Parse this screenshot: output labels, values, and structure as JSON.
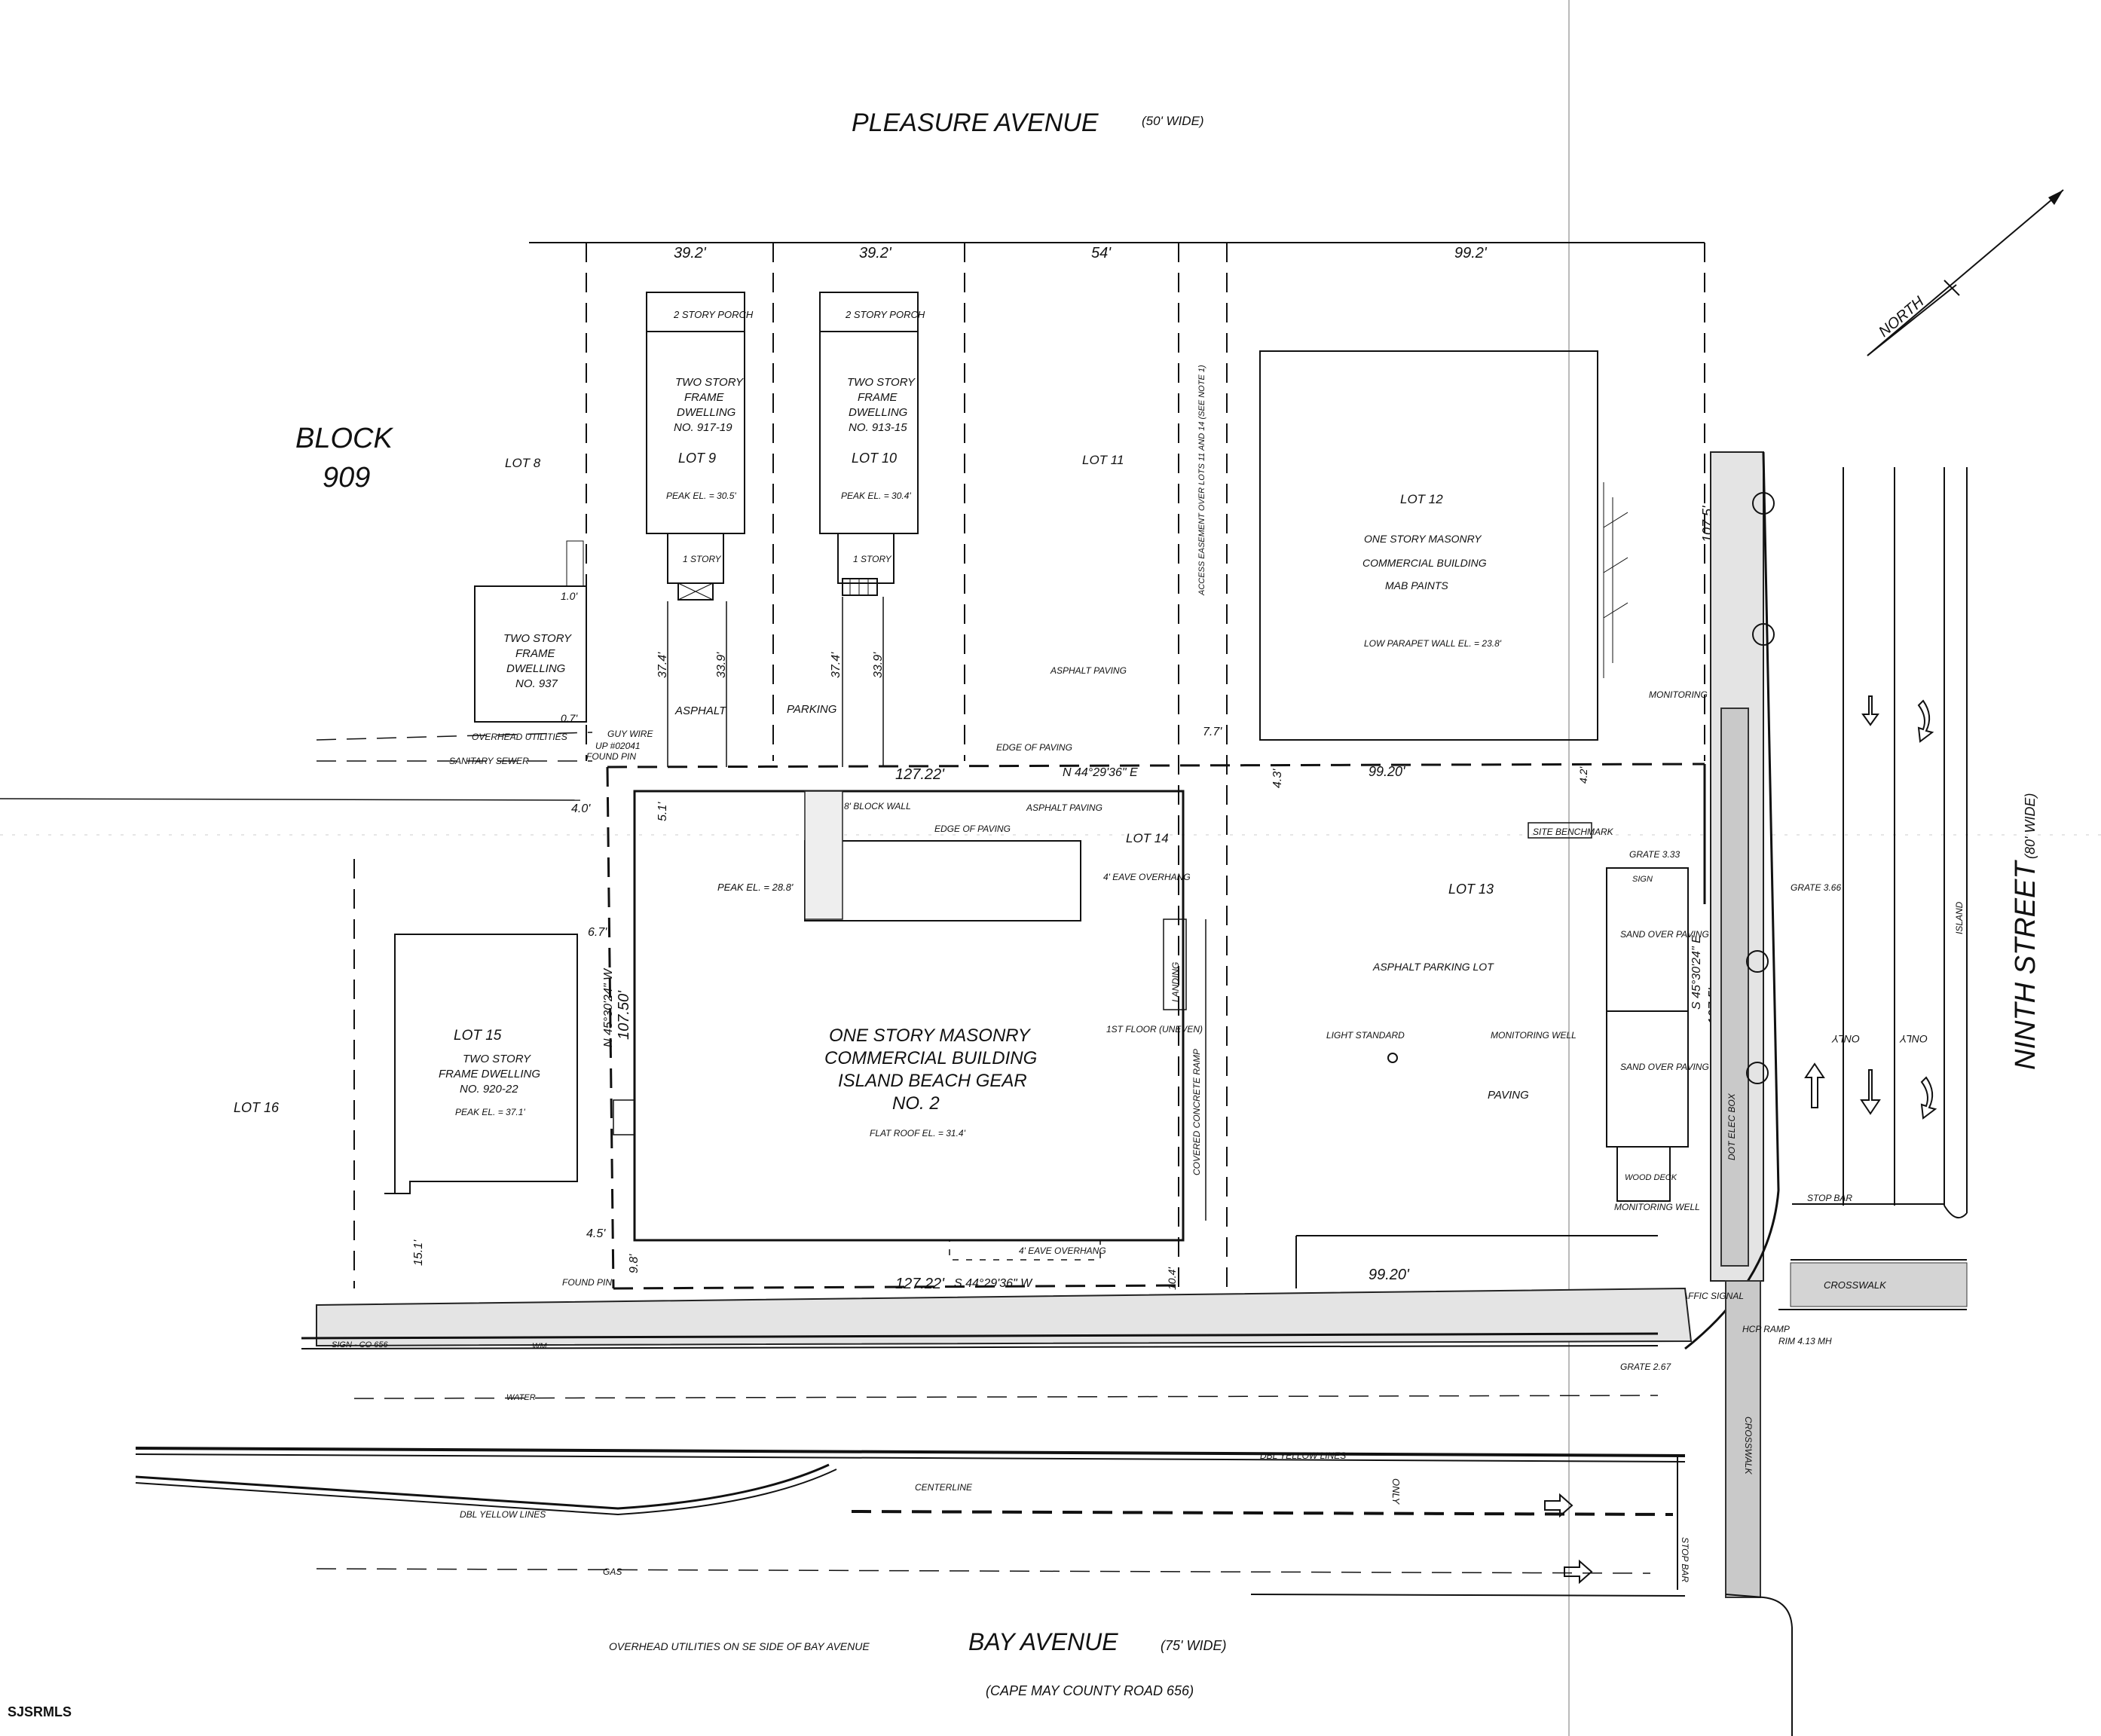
{
  "streets": {
    "pleasure": "PLEASURE AVENUE",
    "pleasure_width": "(50' WIDE)",
    "ninth": "NINTH STREET",
    "ninth_width": "(80' WIDE)",
    "bay": "BAY AVENUE",
    "bay_width": "(75' WIDE)",
    "bay_sub": "(CAPE MAY COUNTY ROAD 656)",
    "bay_note": "OVERHEAD UTILITIES ON SE SIDE OF BAY AVENUE"
  },
  "north": "NORTH",
  "block": {
    "label": "BLOCK",
    "number": "909"
  },
  "top_dims": [
    "39.2'",
    "39.2'",
    "54'",
    "99.2'"
  ],
  "lots": {
    "lot8": "LOT 8",
    "lot9": "LOT 9",
    "lot10": "LOT 10",
    "lot11": "LOT 11",
    "lot12": "LOT 12",
    "lot13": "LOT 13",
    "lot14": "LOT 14",
    "lot15": "LOT 15",
    "lot16": "LOT 16"
  },
  "buildings": {
    "lot9": {
      "porch": "2 STORY PORCH",
      "l1": "TWO STORY",
      "l2": "FRAME",
      "l3": "DWELLING",
      "l4": "NO. 917-19",
      "peak": "PEAK EL. = 30.5'",
      "story": "1 STORY"
    },
    "lot10": {
      "porch": "2 STORY PORCH",
      "l1": "TWO STORY",
      "l2": "FRAME",
      "l3": "DWELLING",
      "l4": "NO. 913-15",
      "peak": "PEAK EL. = 30.4'",
      "story": "1 STORY"
    },
    "lot12": {
      "l1": "ONE STORY MASONRY",
      "l2": "COMMERCIAL BUILDING",
      "l3": "MAB PAINTS",
      "peak": "LOW PARAPET WALL EL. = 23.8'"
    },
    "dw937": {
      "l1": "TWO STORY",
      "l2": "FRAME",
      "l3": "DWELLING",
      "l4": "NO. 937"
    },
    "lot15": {
      "l1": "TWO STORY",
      "l2": "FRAME DWELLING",
      "l3": "NO. 920-22",
      "peak": "PEAK EL. = 37.1'"
    },
    "main": {
      "l1": "ONE STORY MASONRY",
      "l2": "COMMERCIAL BUILDING",
      "l3": "ISLAND BEACH GEAR",
      "l4": "NO. 2",
      "roof": "FLAT ROOF EL. = 31.4'",
      "peak": "PEAK EL. = 28.8'",
      "floor": "1ST FLOOR (UNEVEN)"
    }
  },
  "surfaces": {
    "asphalt": "ASPHALT",
    "parking": "PARKING",
    "asphalt_paving": "ASPHALT PAVING",
    "asphalt_paving2": "ASPHALT PAVING",
    "edge1": "EDGE OF PAVING",
    "edge2": "EDGE OF PAVING",
    "parking_lot": "ASPHALT PARKING LOT",
    "paving": "PAVING",
    "sand1": "SAND OVER PAVING",
    "sand2": "SAND OVER PAVING",
    "wood_deck": "WOOD DECK",
    "sign": "SIGN"
  },
  "notes": {
    "easement": "ACCESS EASEMENT OVER LOTS 11 AND 14 (SEE NOTE 1)",
    "overhead": "OVERHEAD UTILITIES",
    "sanitary": "SANITARY SEWER",
    "guy_wire": "GUY WIRE",
    "up": "UP #02041",
    "found_pin": "FOUND PIN",
    "found_pin2": "FOUND PIN",
    "block_wall": "8' BLOCK WALL",
    "eave1": "4' EAVE OVERHANG",
    "eave2": "4' EAVE OVERHANG",
    "ramp": "COVERED CONCRETE RAMP",
    "landing": "LANDING",
    "light": "LIGHT STANDARD",
    "mw1": "MONITORING WELL",
    "mw2": "MONITORING WELL",
    "mw3": "MONITORING WELL",
    "benchmark": "SITE BENCHMARK",
    "grate1": "GRATE 3.33",
    "grate2": "GRATE 3.66",
    "grate3": "GRATE 2.67",
    "traffic": "TRAFFIC SIGNAL",
    "hcp": "HCP RAMP",
    "crosswalk": "CROSSWALK",
    "crosswalk2": "CROSSWALK",
    "stop_bar": "STOP BAR",
    "stop_bar2": "STOP BAR",
    "island": "ISLAND",
    "only1": "ONLY",
    "only2": "ONLY",
    "only3": "ONLY",
    "dbl_yellow1": "DBL YELLOW LINES",
    "dbl_yellow2": "DBL YELLOW LINES",
    "centerline": "CENTERLINE",
    "gas": "GAS",
    "water": "WATER",
    "dot_elec": "DOT ELEC BOX",
    "wm": "WM",
    "rim": "RIM 4.13 MH",
    "sign_co": "SIGN - CO 656"
  },
  "bearings": {
    "north_line": "N 44°29'36\" E",
    "south_line": "S 44°29'36\" W",
    "west_line": "N 45°30'24\" W",
    "east_line": "S 45°30'24\" E"
  },
  "dims": {
    "d127_top": "127.22'",
    "d127_bot": "127.22'",
    "d99_top": "99.20'",
    "d99_bot": "99.20'",
    "d107_w": "107.50'",
    "d107_e": "107.5'",
    "d107_n": "107.5'",
    "d37a": "37.4'",
    "d33a": "33.9'",
    "d37b": "37.4'",
    "d33b": "33.9'",
    "d10": "1.0'",
    "d07": "0.7'",
    "d40": "4.0'",
    "d51": "5.1'",
    "d67": "6.7'",
    "d45": "4.5'",
    "d98": "9.8'",
    "d151": "15.1'",
    "d77": "7.7'",
    "d43": "4.3'",
    "d42": "4.2'",
    "d104": "10.4'"
  },
  "watermark": "SJSRMLS"
}
